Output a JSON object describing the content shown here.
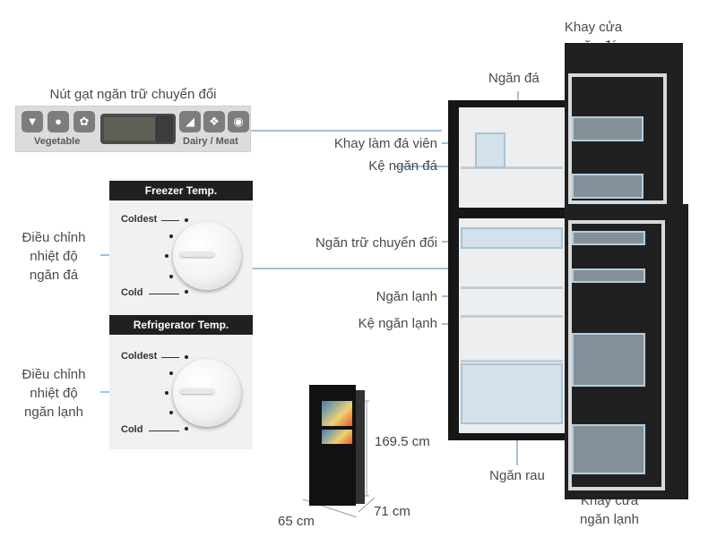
{
  "labels": {
    "door_bin_freezer": [
      "Khay cửa",
      "ngăn đá"
    ],
    "freezer": "Ngăn đá",
    "ice_tray": "Khay làm đá viên",
    "freezer_shelf": "Kệ ngăn đá",
    "convertible_room": "Ngăn trữ chuyển đổi",
    "fridge": "Ngăn lạnh",
    "fridge_shelf": "Kệ ngăn lạnh",
    "vegetable": "Ngăn rau",
    "door_bin_fridge": [
      "Khay cửa",
      "ngăn lạnh"
    ],
    "switch_title": "Nút gạt ngăn trữ chuyển đổi",
    "freezer_adjust": [
      "Điều chỉnh",
      "nhiệt độ",
      "ngăn đá"
    ],
    "fridge_adjust": [
      "Điều chỉnh",
      "nhiệt độ",
      "ngăn lạnh"
    ]
  },
  "switch_panel": {
    "left_label": "Vegetable",
    "right_label": "Dairy / Meat",
    "left_icons": [
      "carrot-icon",
      "tomato-icon",
      "grapes-icon"
    ],
    "right_icons": [
      "cheese-icon",
      "fish-icon",
      "meat-icon"
    ]
  },
  "dial_panel": {
    "freezer_title": "Freezer Temp.",
    "fridge_title": "Refrigerator Temp.",
    "coldest": "Coldest",
    "cold": "Cold"
  },
  "dimensions": {
    "height": "169.5 cm",
    "depth": "71 cm",
    "width": "65 cm"
  },
  "colors": {
    "accent_line": "#3a86c6",
    "label_text": "#4a4a4a",
    "fridge_body": "#171717"
  }
}
